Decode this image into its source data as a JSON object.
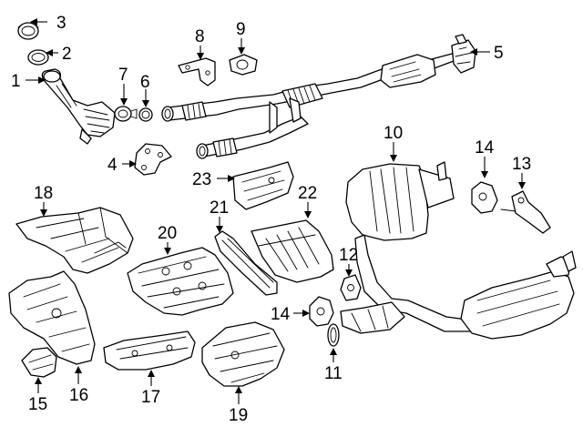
{
  "callouts": [
    {
      "id": "c1",
      "label": "1"
    },
    {
      "id": "c2",
      "label": "2"
    },
    {
      "id": "c3",
      "label": "3"
    },
    {
      "id": "c4",
      "label": "4"
    },
    {
      "id": "c5",
      "label": "5"
    },
    {
      "id": "c6",
      "label": "6"
    },
    {
      "id": "c7",
      "label": "7"
    },
    {
      "id": "c8",
      "label": "8"
    },
    {
      "id": "c9",
      "label": "9"
    },
    {
      "id": "c10",
      "label": "10"
    },
    {
      "id": "c11",
      "label": "11"
    },
    {
      "id": "c12",
      "label": "12"
    },
    {
      "id": "c13",
      "label": "13"
    },
    {
      "id": "c14a",
      "label": "14"
    },
    {
      "id": "c14b",
      "label": "14"
    },
    {
      "id": "c15",
      "label": "15"
    },
    {
      "id": "c16",
      "label": "16"
    },
    {
      "id": "c17",
      "label": "17"
    },
    {
      "id": "c18",
      "label": "18"
    },
    {
      "id": "c19",
      "label": "19"
    },
    {
      "id": "c20",
      "label": "20"
    },
    {
      "id": "c21",
      "label": "21"
    },
    {
      "id": "c22",
      "label": "22"
    },
    {
      "id": "c23",
      "label": "23"
    }
  ]
}
